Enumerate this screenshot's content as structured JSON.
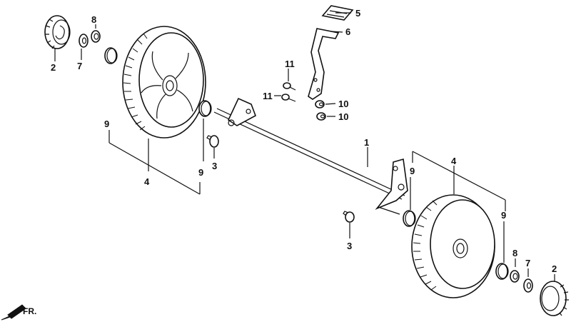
{
  "callouts": {
    "c1": "1",
    "c2_left": "2",
    "c2_right": "2",
    "c3_left": "3",
    "c3_right": "3",
    "c4_left": "4",
    "c4_right": "4",
    "c5": "5",
    "c6": "6",
    "c7_left": "7",
    "c7_right": "7",
    "c8_left": "8",
    "c8_right": "8",
    "c9_left_a": "9",
    "c9_left_b": "9",
    "c9_right_a": "9",
    "c9_right_b": "9",
    "c10_a": "10",
    "c10_b": "10",
    "c11_a": "11",
    "c11_b": "11"
  },
  "front_marker": "FR."
}
